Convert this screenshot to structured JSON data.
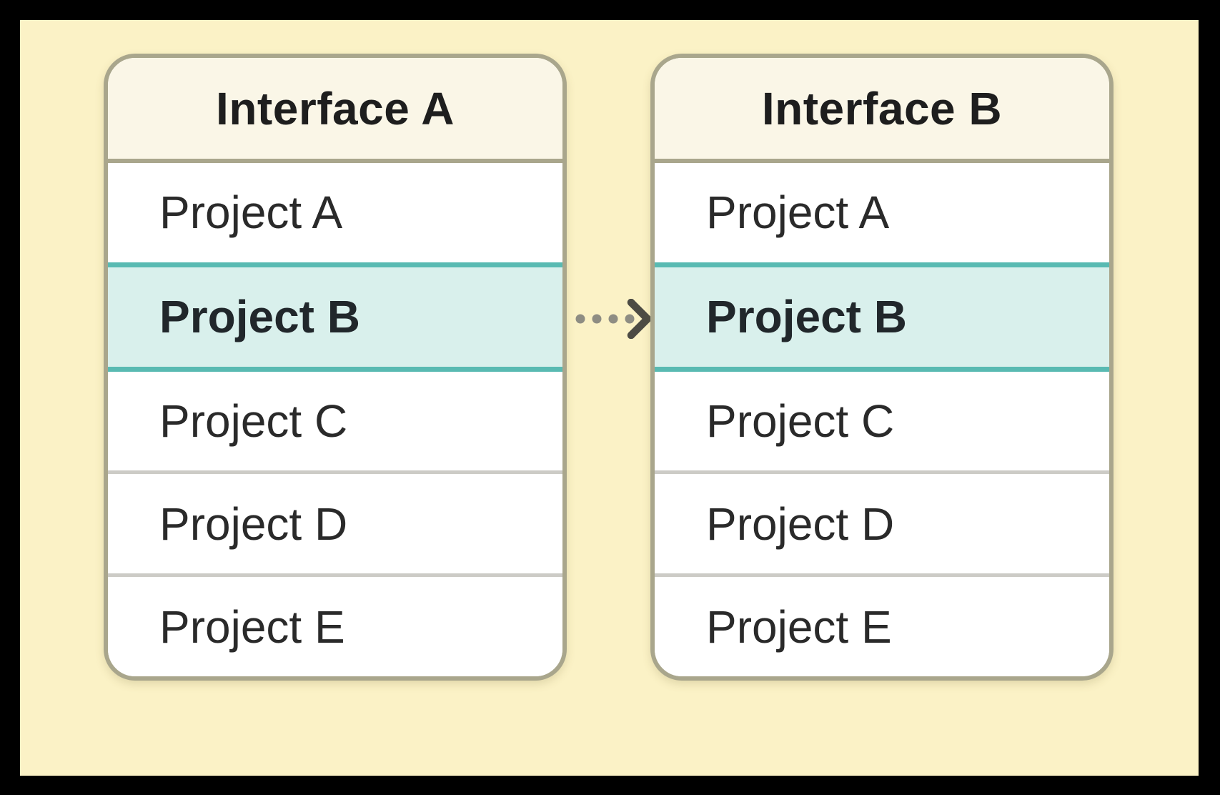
{
  "panels": [
    {
      "title": "Interface A",
      "items": [
        {
          "label": "Project A",
          "highlighted": false
        },
        {
          "label": "Project B",
          "highlighted": true
        },
        {
          "label": "Project C",
          "highlighted": false
        },
        {
          "label": "Project D",
          "highlighted": false
        },
        {
          "label": "Project E",
          "highlighted": false
        }
      ]
    },
    {
      "title": "Interface B",
      "items": [
        {
          "label": "Project A",
          "highlighted": false
        },
        {
          "label": "Project B",
          "highlighted": true
        },
        {
          "label": "Project C",
          "highlighted": false
        },
        {
          "label": "Project D",
          "highlighted": false
        },
        {
          "label": "Project E",
          "highlighted": false
        }
      ]
    }
  ],
  "arrow": {
    "icon": "dotted-arrow-right-icon"
  },
  "colors": {
    "frame_background": "#000000",
    "canvas_background": "#fbf2c6",
    "panel_border": "#a9a68c",
    "header_background": "#faf6e7",
    "row_background": "#ffffff",
    "row_divider": "#cccbc6",
    "highlight_background": "#d9f0ec",
    "highlight_border": "#59bab2",
    "text": "#2a2a2a",
    "arrow_dots": "#8e8d83",
    "arrow_chevron": "#4c4b44"
  }
}
